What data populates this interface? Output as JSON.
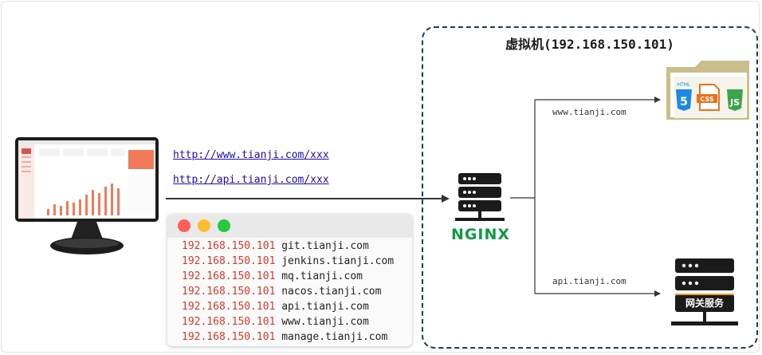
{
  "vm": {
    "title": "虚拟机(192.168.150.101)"
  },
  "client": {
    "urls": [
      "http://www.tianji.com/xxx",
      "http://api.tianji.com/xxx"
    ]
  },
  "hosts": {
    "window_dot_colors": [
      "#ff5f56",
      "#ffbd2e",
      "#27c93f"
    ],
    "entries": [
      {
        "ip": "192.168.150.101",
        "host": "git.tianji.com"
      },
      {
        "ip": "192.168.150.101",
        "host": "jenkins.tianji.com"
      },
      {
        "ip": "192.168.150.101",
        "host": "mq.tianji.com"
      },
      {
        "ip": "192.168.150.101",
        "host": "nacos.tianji.com"
      },
      {
        "ip": "192.168.150.101",
        "host": "api.tianji.com"
      },
      {
        "ip": "192.168.150.101",
        "host": "www.tianji.com"
      },
      {
        "ip": "192.168.150.101",
        "host": "manage.tianji.com"
      }
    ]
  },
  "nginx": {
    "label": "NGINX",
    "color": "#0f9a44"
  },
  "routes": {
    "www": "www.tianji.com",
    "api": "api.tianji.com"
  },
  "static_files": {
    "icons": [
      "HTML5",
      "CSS",
      "JS"
    ]
  },
  "gateway": {
    "label": "网关服务"
  },
  "colors": {
    "dashed_border": "#1f3a5f",
    "server_dark": "#1b1b1b",
    "server_accent": "#f39a1e"
  }
}
